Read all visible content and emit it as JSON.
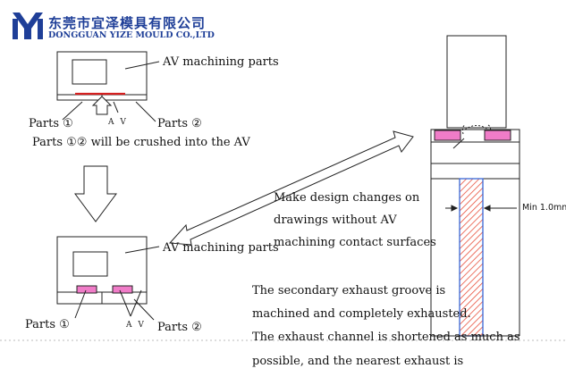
{
  "header": {
    "company_cn": "东莞市宜泽模具有限公司",
    "company_en": "DONGGUAN YIZE MOULD CO.,LTD"
  },
  "top_diagram": {
    "av_label": "AV machining parts",
    "part1": "Parts ①",
    "part2": "Parts ②",
    "av_small": "A V",
    "caption": "Parts ①② will be crushed into the AV"
  },
  "bottom_diagram": {
    "av_label": "AV machining parts",
    "part1": "Parts ①",
    "part2": "Parts ②",
    "av_small": "A V"
  },
  "right_diagram": {
    "min_label": "Min 1.0mn"
  },
  "notes": {
    "design_change": [
      "Make design changes on",
      "drawings without AV",
      "machining contact surfaces"
    ],
    "exhaust": [
      "The secondary exhaust groove is",
      "machined and completely exhausted.",
      "The exhaust channel is shortened as much as",
      "possible, and the nearest exhaust is"
    ]
  },
  "colors": {
    "brand": "#1f3f98",
    "pink_fill": "#f07cc8",
    "red_line": "#d42020",
    "hatch": "#e8503c",
    "channel_outline": "#3a66d6"
  }
}
